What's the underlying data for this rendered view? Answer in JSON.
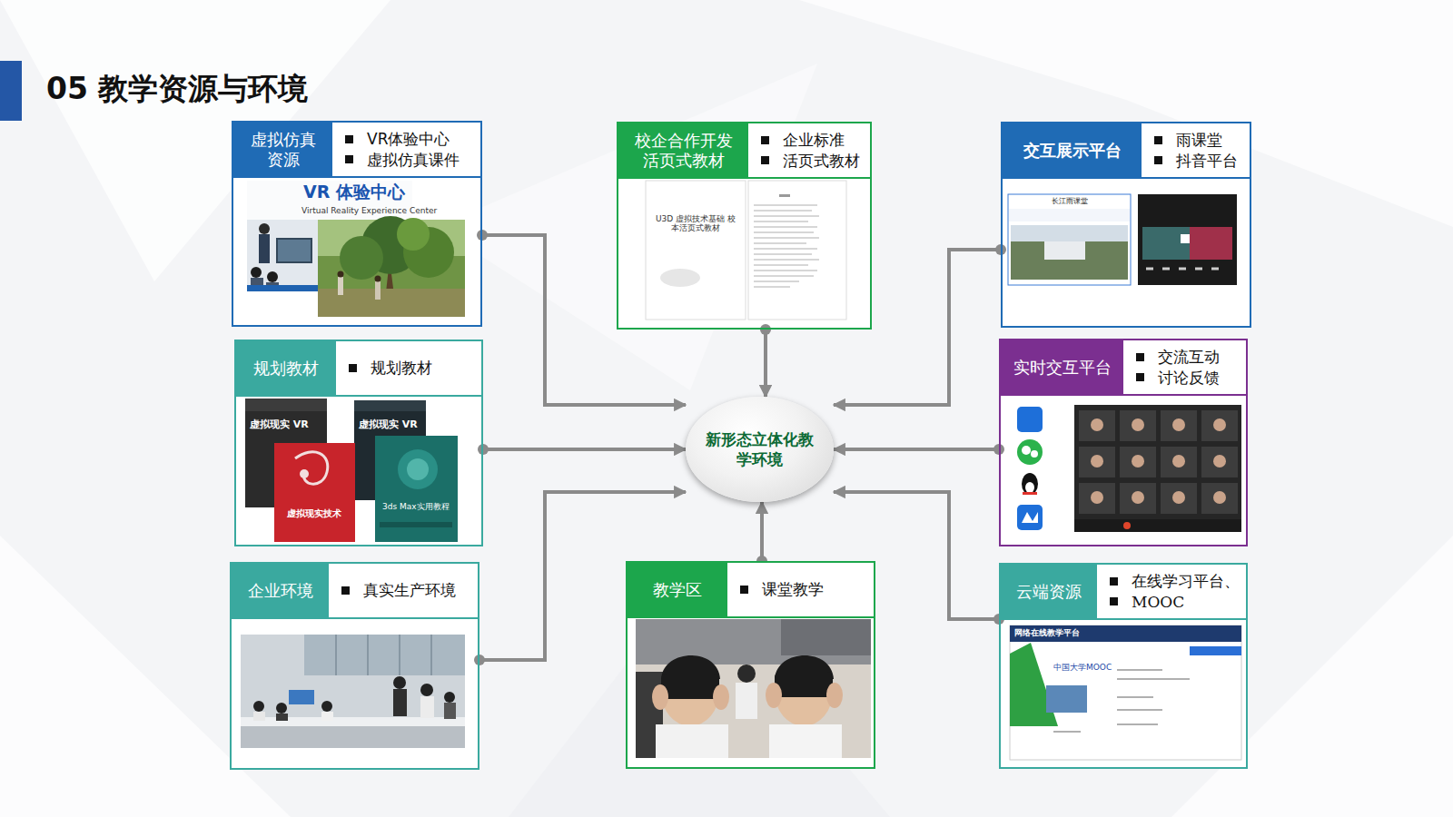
{
  "diagram": {
    "title": "05 教学资源与环境",
    "nodes": [
      {
        "text": [
          "虚拟仿真资源",
          "VR体验中心",
          "虚拟仿真课件"
        ]
      },
      {
        "text": [
          "校企合作开发活页式教材",
          "企业标准",
          "活页式教材"
        ]
      },
      {
        "text": [
          "交互展示平台",
          "雨课堂",
          "抖音平台"
        ]
      },
      {
        "text": [
          "规划教材",
          "规划教材"
        ]
      },
      {
        "text": [
          "新形态立体化教学环境"
        ]
      },
      {
        "text": [
          "实时交互平台",
          "交流互动",
          "讨论反馈"
        ]
      },
      {
        "text": [
          "企业环境",
          "真实生产环境"
        ]
      },
      {
        "text": [
          "教学区",
          "课堂教学"
        ]
      },
      {
        "text": [
          "云端资源",
          "在线学习平台、",
          "MOOC"
        ]
      }
    ],
    "edges": [
      {
        "from": 0,
        "to": 4,
        "arrow": "to"
      },
      {
        "from": 1,
        "to": 4,
        "arrow": "to"
      },
      {
        "from": 2,
        "to": 4,
        "arrow": "to"
      },
      {
        "from": 3,
        "to": 4,
        "arrow": "to"
      },
      {
        "from": 5,
        "to": 4,
        "arrow": "to"
      },
      {
        "from": 6,
        "to": 4,
        "arrow": "to"
      },
      {
        "from": 7,
        "to": 4,
        "arrow": "to"
      },
      {
        "from": 8,
        "to": 4,
        "arrow": "to"
      }
    ],
    "labels": [
      "VR 体验中心",
      "Virtual Reality Experience Center",
      "虚拟现实 VR",
      "虚拟现实 VR",
      "虚拟现实技术",
      "3ds Max实用教程",
      "U3D 虚拟技术基础 校本活页式教材",
      "长江雨课堂",
      "网络在线教学平台",
      "中国大学MOOC"
    ]
  }
}
